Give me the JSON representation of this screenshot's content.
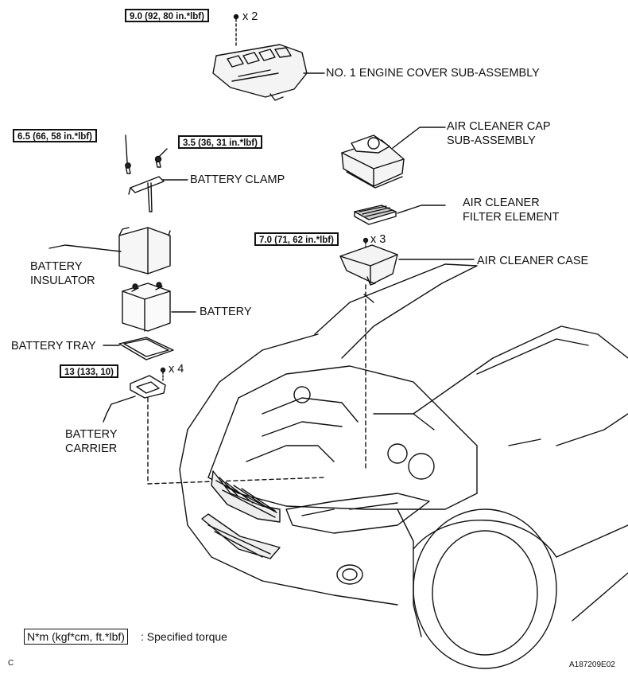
{
  "torques": {
    "engine_cover": "9.0 (92, 80 in.*lbf)",
    "clamp_bolt": "6.5 (66, 58 in.*lbf)",
    "clamp_nut": "3.5 (36, 31 in.*lbf)",
    "air_case": "7.0 (71, 62 in.*lbf)",
    "carrier": "13 (133, 10)"
  },
  "quantities": {
    "engine_cover": "x 2",
    "air_case": "x 3",
    "carrier": "x 4"
  },
  "labels": {
    "engine_cover": "NO. 1 ENGINE COVER SUB-ASSEMBLY",
    "battery_clamp": "BATTERY CLAMP",
    "air_cap_1": "AIR CLEANER CAP",
    "air_cap_2": "SUB-ASSEMBLY",
    "air_filter_1": "AIR CLEANER",
    "air_filter_2": "FILTER ELEMENT",
    "air_case": "AIR CLEANER CASE",
    "battery_insulator_1": "BATTERY",
    "battery_insulator_2": "INSULATOR",
    "battery": "BATTERY",
    "battery_tray": "BATTERY TRAY",
    "battery_carrier_1": "BATTERY",
    "battery_carrier_2": "CARRIER"
  },
  "legend": {
    "unit": "N*m (kgf*cm, ft.*lbf)",
    "text": ": Specified torque"
  },
  "corner_left": "C",
  "corner_right": "A187209E02"
}
